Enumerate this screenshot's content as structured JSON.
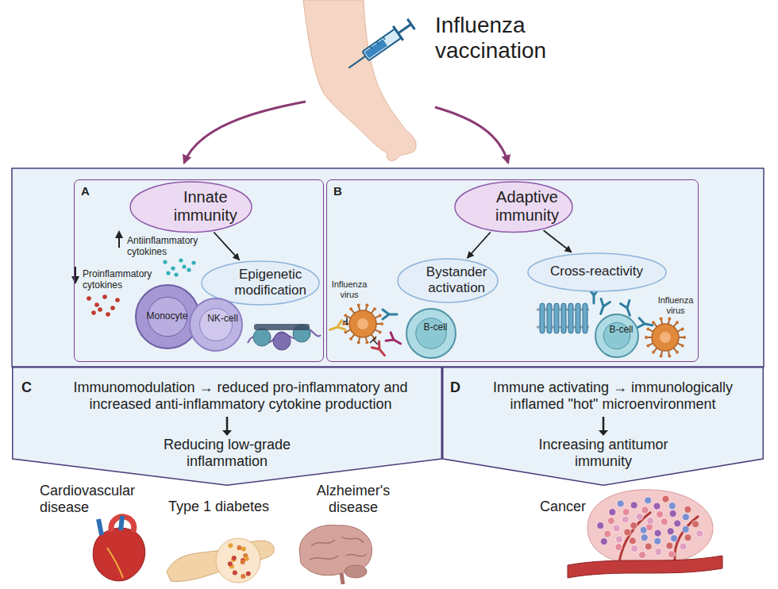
{
  "diagram": {
    "title": "Influenza vaccination",
    "nodes": [
      {
        "text": [
          "A"
        ]
      },
      {
        "text": [
          "Innate immunity"
        ],
        "in": 0
      },
      {
        "text": [
          "Epigenetic modification"
        ],
        "in": 0
      },
      {
        "text": [
          "Monocyte"
        ],
        "in": 0
      },
      {
        "text": [
          "NK-cell"
        ],
        "in": 0
      },
      {
        "text": [
          "B"
        ]
      },
      {
        "text": [
          "Adaptive immunity"
        ],
        "in": 5
      },
      {
        "text": [
          "Bystander activation"
        ],
        "in": 5
      },
      {
        "text": [
          "Cross-reactivity"
        ],
        "in": 5
      },
      {
        "text": [
          "B-cell"
        ],
        "in": 5
      },
      {
        "text": [
          "B-cell"
        ],
        "in": 5
      },
      {
        "text": [
          "C",
          "Immunomodulation → reduced pro-inflammatory and increased anti-inflammatory cytokine production",
          "Reducing low-grade inflammation"
        ]
      },
      {
        "text": [
          "D",
          "Immune activating → immunologically inflamed \"hot\" microenvironment",
          "Increasing antitumor immunity"
        ]
      }
    ],
    "edges": [
      {
        "from": 1,
        "to": 2,
        "arrow": "to"
      },
      {
        "from": 6,
        "to": 7,
        "arrow": "to"
      },
      {
        "from": 6,
        "to": 8,
        "arrow": "to"
      }
    ],
    "labels": [
      "Antiinflammatory cytokines",
      "Proinflammatory cytokines",
      "Influenza virus",
      "Influenza virus",
      "Cardiovascular disease",
      "Type 1 diabetes",
      "Alzheimer's disease",
      "Cancer"
    ]
  }
}
